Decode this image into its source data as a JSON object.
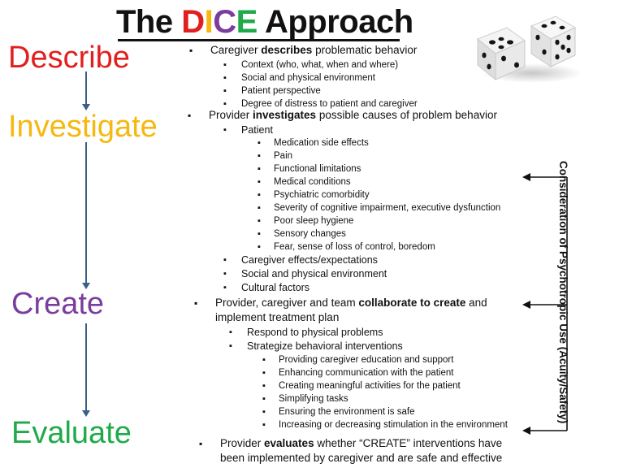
{
  "title": {
    "prefix": "The ",
    "letters": [
      {
        "char": "D",
        "color": "#e0201e"
      },
      {
        "char": "I",
        "color": "#f6b80f"
      },
      {
        "char": "C",
        "color": "#7a3d9e"
      },
      {
        "char": "E",
        "color": "#1faa4a"
      }
    ],
    "suffix": " Approach"
  },
  "stages": [
    {
      "label": "Describe",
      "color": "#e0201e"
    },
    {
      "label": "Investigate",
      "color": "#f6b80f"
    },
    {
      "label": "Create",
      "color": "#7a3d9e"
    },
    {
      "label": "Evaluate",
      "color": "#1faa4a"
    }
  ],
  "colors": {
    "flow_line": "#3b5f87",
    "bracket": "#111111"
  },
  "icons": {
    "dice": "dice-icon",
    "bullet": "square-bullet-icon"
  },
  "describe": {
    "main": {
      "pre": "Caregiver ",
      "bold": "describes",
      "post": " problematic behavior"
    },
    "items": [
      "Context (who, what, when and where)",
      "Social and physical environment",
      "Patient perspective",
      "Degree of distress to patient and caregiver"
    ]
  },
  "investigate": {
    "main": {
      "pre": "Provider ",
      "bold": "investigates",
      "post": " possible causes of problem behavior"
    },
    "patient_label": "Patient",
    "patient_items": [
      "Medication side effects",
      "Pain",
      "Functional limitations",
      "Medical conditions",
      "Psychiatric comorbidity",
      "Severity of cognitive impairment, executive dysfunction",
      "Poor sleep hygiene",
      "Sensory changes",
      "Fear, sense of loss of control, boredom"
    ],
    "other_items": [
      "Caregiver effects/expectations",
      "Social and physical environment",
      "Cultural factors"
    ]
  },
  "create": {
    "main": {
      "pre": "Provider, caregiver and team ",
      "bold": "collaborate to create",
      "post": " and",
      "line2": "implement treatment plan"
    },
    "sub1": "Respond to physical problems",
    "sub2": "Strategize behavioral interventions",
    "strategies": [
      "Providing caregiver education and support",
      "Enhancing communication with the patient",
      "Creating meaningful activities for the patient",
      "Simplifying tasks",
      "Ensuring the environment is safe",
      "Increasing or decreasing stimulation in the environment"
    ]
  },
  "evaluate": {
    "main": {
      "pre": "Provider ",
      "bold": "evaluates",
      "post": " whether “CREATE” interventions have",
      "line2": "been implemented by caregiver and are safe and effective"
    }
  },
  "side_label": "Consideration  of Psychotropic Use (Acuity/Safety)"
}
